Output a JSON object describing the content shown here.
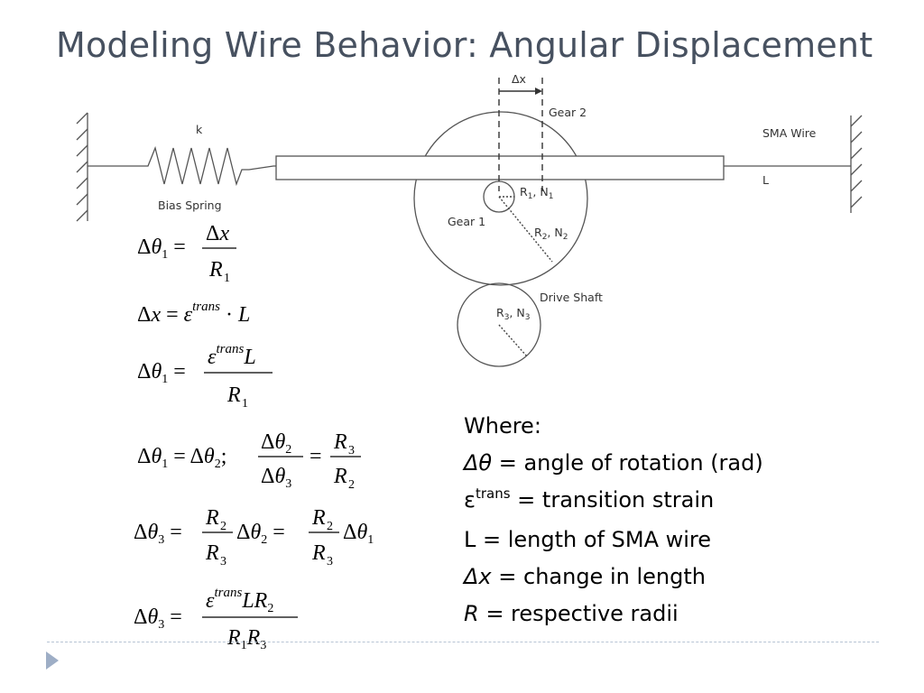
{
  "slide": {
    "title": "Modeling Wire Behavior: Angular Displacement"
  },
  "diagram": {
    "labels": {
      "delta_x": "Δx",
      "gear2": "Gear 2",
      "spring_constant": "k",
      "sma_wire": "SMA Wire",
      "wire_length": "L",
      "bias_spring": "Bias Spring",
      "gear1": "Gear 1",
      "r1_n1": "R1, N1",
      "r2_n2": "R2, N2",
      "drive_shaft": "Drive Shaft",
      "r3_n3": "R3, N3"
    }
  },
  "equations": [
    "Δθ1 = Δx / R1",
    "Δx = ε^trans · L",
    "Δθ1 = ε^trans L / R1",
    "Δθ1 = Δθ2; Δθ2/Δθ3 = R3/R2",
    "Δθ3 = (R2/R3) Δθ2 = (R2/R3) Δθ1",
    "Δθ3 = ε^trans L R2 / (R1 R3)"
  ],
  "legend": {
    "heading": "Where:",
    "items": [
      {
        "symbol": "Δθ",
        "text": " = angle of rotation (rad)"
      },
      {
        "symbol": "ε",
        "sup": "trans",
        "text": " = transition strain"
      },
      {
        "symbol": "L",
        "text": " = length of SMA wire"
      },
      {
        "symbol": "Δx",
        "text": " = change in length"
      },
      {
        "symbol": "R",
        "text": " = respective radii"
      }
    ]
  }
}
